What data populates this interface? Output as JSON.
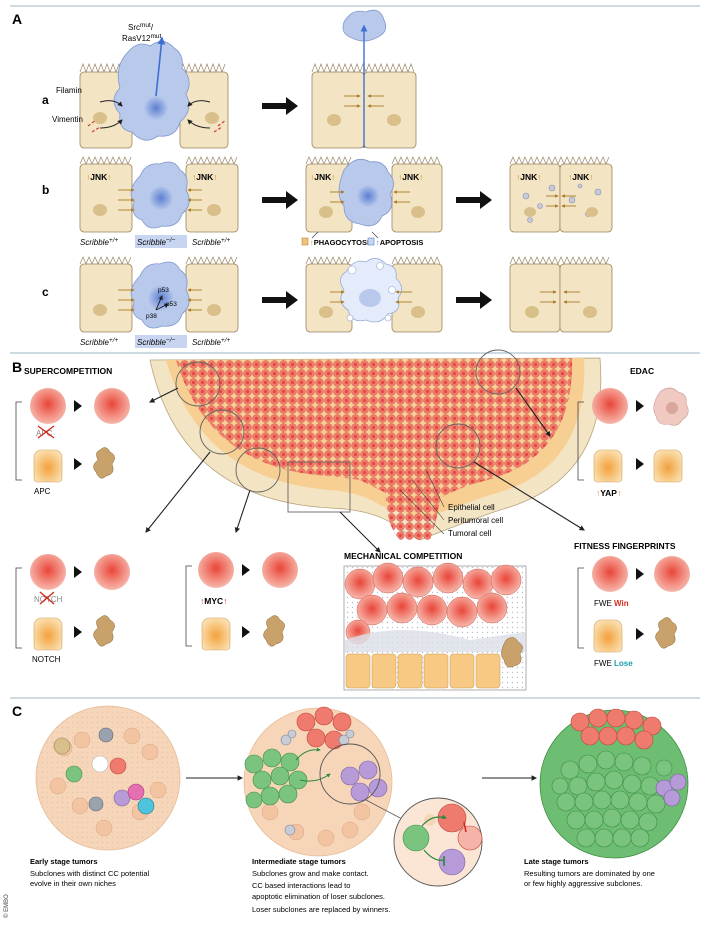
{
  "panels": {
    "A": {
      "letter": "A",
      "rows": [
        "a",
        "b",
        "c"
      ],
      "labels": {
        "src": "Src",
        "src_sup": "mut",
        "src_slash": "/",
        "ras": "RasV12",
        "ras_sup": "mut",
        "filamin": "Filamin",
        "vimentin": "Vimentin",
        "jnk": "JNK",
        "phagocytosis": "PHAGOCYTOSIS",
        "apoptosis": "APOPTOSIS",
        "p53": "p53",
        "p38": "p38",
        "scribble": "Scribble",
        "wt_sup": "+/+",
        "mut_sup": "−/−"
      }
    },
    "B": {
      "letter": "B",
      "supercompetition": "SUPERCOMPETITION",
      "edac": "EDAC",
      "fitness": "FITNESS FINGERPRINTS",
      "mechanical": "MECHANICAL COMPETITION",
      "apc_crossed": "APC",
      "apc": "APC",
      "notch_crossed": "NOTCH",
      "notch": "NOTCH",
      "myc": "MYC",
      "yap": "YAP",
      "fwe": "FWE",
      "win": "Win",
      "lose": "Lose",
      "epithelial": "Epithelial cell",
      "peritumoral": "Peritumoral cell",
      "tumoral": "Tumoral cell"
    },
    "C": {
      "letter": "C",
      "stages": [
        {
          "title": "Early stage tumors",
          "lines": [
            "Subclones with distinct CC potential",
            "evolve in their own niches"
          ]
        },
        {
          "title": "Intermediate stage tumors",
          "lines": [
            "Subclones grow and make contact.",
            "CC based interactions lead to",
            "apoptotic elimination of loser subclones.",
            "Loser subclones are replaced by winners."
          ]
        },
        {
          "title": "Late stage tumors",
          "lines": [
            "Resulting tumors are dominated by one",
            "or few highly aggressive subclones."
          ]
        }
      ]
    }
  },
  "copyright": "© EMBO",
  "colors": {
    "cell_fill": "#f3e4c4",
    "cell_stroke": "#9a8462",
    "nucleus": "#d9c08a",
    "blue_cell": "#b9c9ec",
    "blue_nucleus": "#6f8fd6",
    "tumor_red": "#ef7b6f",
    "tumor_red_light": "#f6b3a8",
    "orange_cell": "#f6c27a",
    "green": "#7bc47f",
    "purple": "#b79bd8",
    "win_red": "#d62b1f",
    "lose_teal": "#1aa0a8",
    "arrow_gold": "#a97a26"
  }
}
